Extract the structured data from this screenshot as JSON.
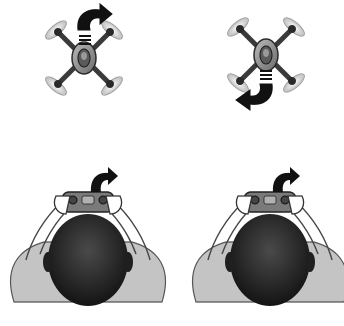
{
  "figure": {
    "panels": [
      {
        "id": "drone-forward",
        "icon": "quadcopter-icon",
        "motion": "curved-arrow-forward"
      },
      {
        "id": "drone-backward",
        "icon": "quadcopter-icon",
        "motion": "curved-arrow-backward"
      },
      {
        "id": "pilot-left",
        "icon": "pilot-with-controller-icon",
        "motion": "curved-arrow-up"
      },
      {
        "id": "pilot-right",
        "icon": "pilot-with-controller-icon",
        "motion": "curved-arrow-up"
      }
    ],
    "colors": {
      "ink": "#1a1a1a",
      "body_gray": "#8c8c8c",
      "light_gray": "#c8c8c8",
      "shoulder_gray": "#bdbdbd",
      "head_dark": "#2b2b2b"
    }
  }
}
